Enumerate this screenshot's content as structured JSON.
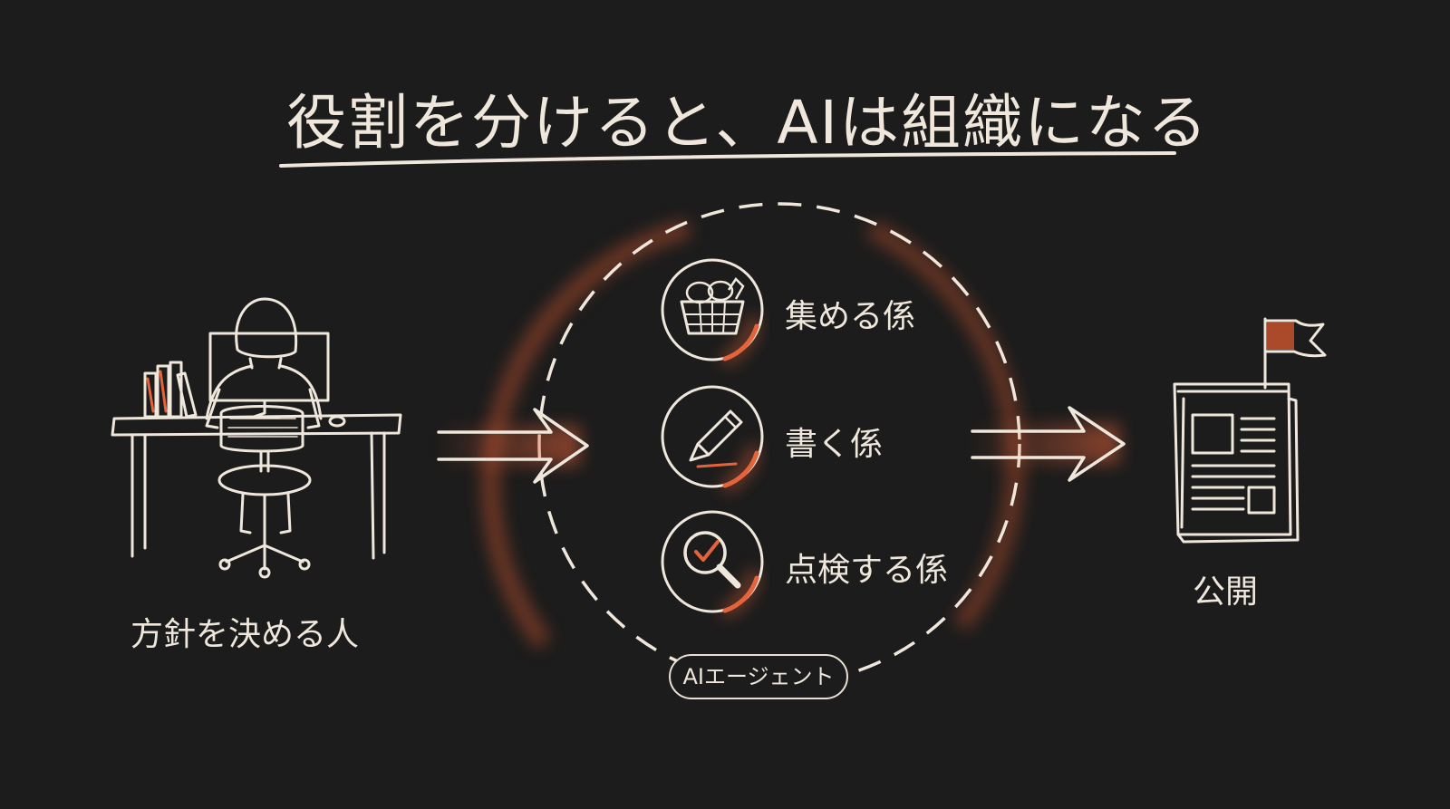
{
  "title": "役割を分けると、AIは組織になる",
  "person": {
    "label": "方針を決める人"
  },
  "agent": {
    "label": "AIエージェント",
    "roles": [
      {
        "label": "集める係",
        "icon": "basket-icon"
      },
      {
        "label": "書く係",
        "icon": "pen-icon"
      },
      {
        "label": "点検する係",
        "icon": "magnifier-check-icon"
      }
    ]
  },
  "output": {
    "label": "公開",
    "icon": "newspaper-flag-icon"
  },
  "colors": {
    "background": "#1c1c1c",
    "chalk": "#efe7dc",
    "accent": "#e5633a"
  }
}
